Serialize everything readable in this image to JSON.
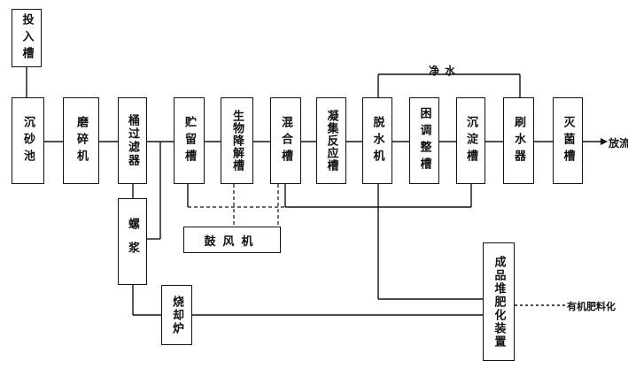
{
  "boxes": {
    "input_tank": "投入槽",
    "grit_chamber": "沉砂池",
    "grinder": "磨碎机",
    "drum_filter": "桶过滤器",
    "storage_tank": "贮留槽",
    "bio_tank": "生物降解槽",
    "mixing_tank": "混合槽",
    "coag_tank": "凝集反应槽",
    "dewatering": "脱水机",
    "adjust_tank": "困调整槽",
    "settling_tank": "沉淀槽",
    "filter_tank": "刷水器",
    "sterilize_tank": "灭菌槽",
    "sludge": "螺浆",
    "blower": "鼓风机",
    "incinerator": "烧却炉",
    "compost": "成品堆肥化装置"
  },
  "labels": {
    "clean_water": "净水",
    "discharge": "放流",
    "compost_out": "有机肥料化"
  }
}
